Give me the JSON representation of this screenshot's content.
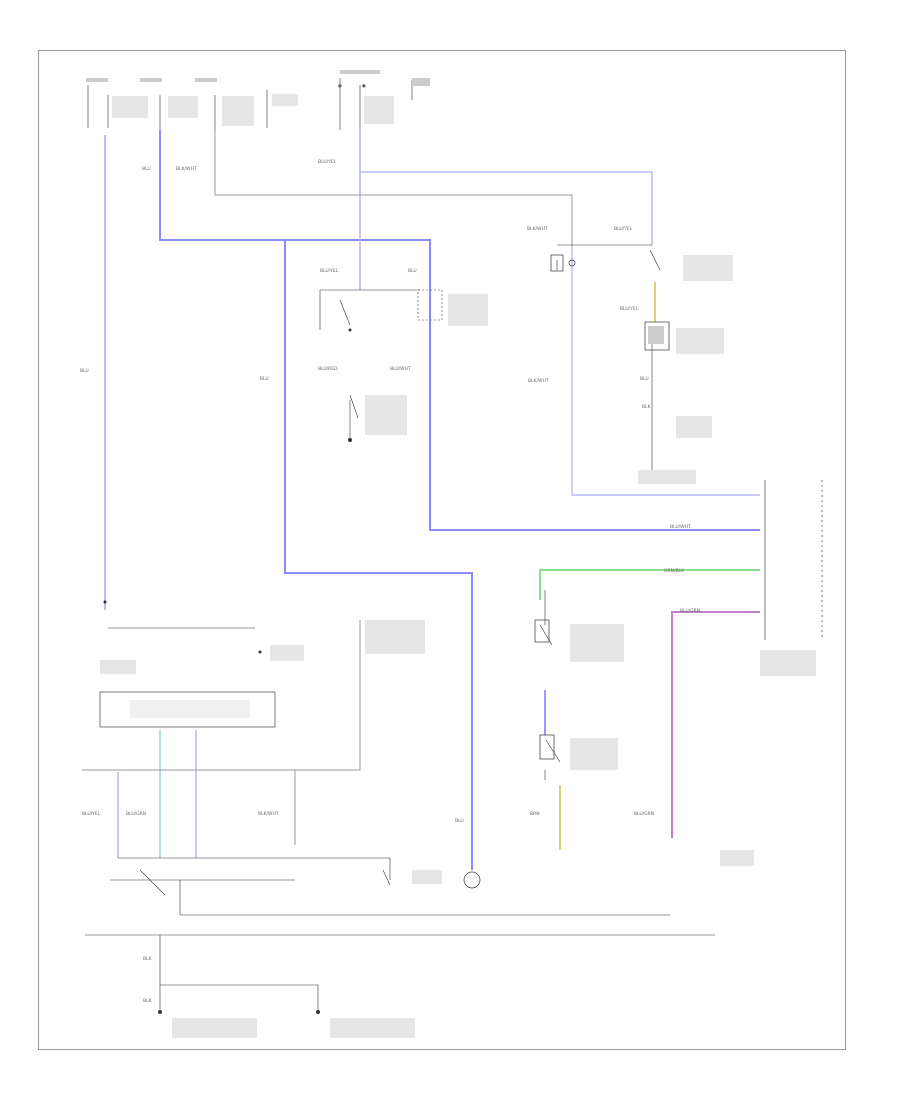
{
  "diagram": {
    "footer_code": "",
    "colors": {
      "blue_wire": "#8c8cff",
      "light_blue_wire": "#b9b9ff",
      "yellow_wire": "#d8d080",
      "green_wire": "#88dd88",
      "purple_wire": "#c080c8",
      "black_wire": "#333333",
      "ground_wire": "#aaaaaa"
    },
    "top_fuses": [
      "",
      "",
      "",
      "",
      ""
    ],
    "wire_labels": {
      "bl_left": "BLU",
      "bl_top": "BLU",
      "blk_wht_top": "BLK/WHT",
      "blu_yel_top": "BLU/YEL",
      "blu_yel_mid": "BLU/YEL",
      "blk_wht_right": "BLK/WHT",
      "blu_yel_right": "BLU/YEL",
      "blu_mid": "BLU",
      "blu_vertical": "BLU",
      "blu_red": "BLU/RED",
      "blu_wht": "BLU/WHT",
      "blu_yel_switch": "BLU/YEL",
      "blk_wht_side": "BLK/WHT",
      "blu_lower": "BLU",
      "grn_blk": "GRN/BLK",
      "blu_grn": "BLU/GRN",
      "blk_lower": "BLK",
      "blu_wht_lower": "BLU/WHT",
      "blu_yel_lower": "BLU/YEL",
      "blu_grn_lower": "BLU/GRN",
      "blk_wht_lower": "BLK/WHT",
      "blu_right_lower": "BLU",
      "brown": "BRN",
      "blu_grn_right": "BLU/GRN",
      "blk_bottom_1": "BLK",
      "blk_bottom_2": "BLK"
    },
    "component_labels": {
      "relay_main": "",
      "switch_upper": "",
      "switch_lower": "",
      "module_right": "",
      "sensor_right": "",
      "switch_right_1": "",
      "switch_right_2": "",
      "ground_note": "",
      "resistor_box": "",
      "connector_right": "",
      "motor_note": "",
      "ground_1": "",
      "ground_2": ""
    }
  }
}
